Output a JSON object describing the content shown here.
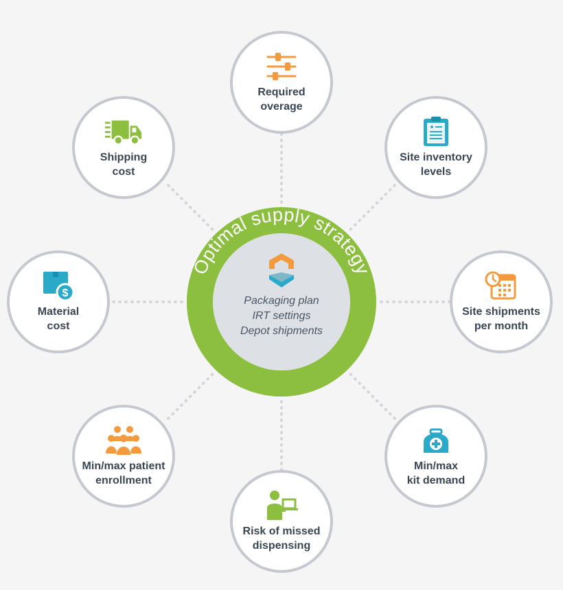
{
  "center": {
    "title": "Optimal supply strategy",
    "items": [
      "Packaging plan",
      "IRT settings",
      "Depot shipments"
    ],
    "colors": {
      "ring": "#8cbf3f",
      "disc": "#dde1e5",
      "logo_orange": "#f29a3d",
      "logo_teal": "#2aa9c9"
    }
  },
  "nodes": [
    {
      "id": "required-overage",
      "label": "Required\noverage",
      "icon": "sliders-icon",
      "color": "#f29a3d"
    },
    {
      "id": "site-inventory-levels",
      "label": "Site inventory\nlevels",
      "icon": "clipboard-icon",
      "color": "#2aa9c9"
    },
    {
      "id": "site-shipments-per-month",
      "label": "Site shipments\nper month",
      "icon": "calendar-clock-icon",
      "color": "#f29a3d"
    },
    {
      "id": "min-max-kit-demand",
      "label": "Min/max\nkit demand",
      "icon": "medical-kit-icon",
      "color": "#2aa9c9"
    },
    {
      "id": "risk-of-missed-dispensing",
      "label": "Risk of missed\ndispensing",
      "icon": "person-laptop-icon",
      "color": "#8cbf3f"
    },
    {
      "id": "min-max-patient-enrollment",
      "label": "Min/max patient\nenrollment",
      "icon": "people-group-icon",
      "color": "#f29a3d"
    },
    {
      "id": "material-cost",
      "label": "Material\ncost",
      "icon": "box-dollar-icon",
      "color": "#2aa9c9"
    },
    {
      "id": "shipping-cost",
      "label": "Shipping\ncost",
      "icon": "truck-icon",
      "color": "#8cbf3f"
    }
  ]
}
